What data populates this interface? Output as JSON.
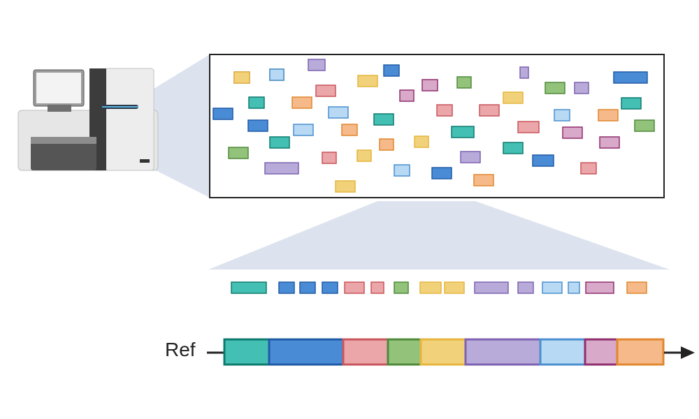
{
  "ref": {
    "label": "Ref"
  },
  "colors": {
    "teal": {
      "fill": "#43c0b3",
      "stroke": "#0d7a6e"
    },
    "blue": {
      "fill": "#4a8bd6",
      "stroke": "#1f5aa6"
    },
    "red": {
      "fill": "#eaa6a8",
      "stroke": "#c9555c"
    },
    "green": {
      "fill": "#93c27a",
      "stroke": "#4f8a3b"
    },
    "yellow": {
      "fill": "#f1d27a",
      "stroke": "#e6b53e"
    },
    "purple": {
      "fill": "#b8abd9",
      "stroke": "#7d62b1"
    },
    "lightblue": {
      "fill": "#b7d9f3",
      "stroke": "#4b8fcf"
    },
    "pink": {
      "fill": "#d9a9c9",
      "stroke": "#8f2f6d"
    },
    "orange": {
      "fill": "#f5b98a",
      "stroke": "#e1872f"
    }
  },
  "scattered_reads": [
    "pink",
    "green",
    "purple",
    "red",
    "yellow",
    "blue",
    "pink",
    "pink",
    "green",
    "purple",
    "yellow",
    "green",
    "purple",
    "blue",
    "teal",
    "orange",
    "lightblue",
    "blue",
    "teal",
    "red",
    "red",
    "lightblue",
    "orange",
    "teal",
    "blue",
    "lightblue",
    "orange",
    "teal",
    "teal",
    "red",
    "pink",
    "green",
    "pink",
    "green",
    "purple",
    "red",
    "yellow",
    "orange",
    "yellow",
    "purple",
    "teal",
    "blue",
    "lightblue",
    "blue",
    "orange",
    "yellow",
    "red",
    "yellow",
    "lightblue"
  ],
  "aligned_reads": [
    "teal",
    "blue",
    "blue",
    "blue",
    "red",
    "red",
    "green",
    "yellow",
    "yellow",
    "purple",
    "purple",
    "lightblue",
    "lightblue",
    "pink",
    "orange"
  ],
  "reference_segments": [
    "teal",
    "blue",
    "red",
    "green",
    "yellow",
    "purple",
    "lightblue",
    "pink",
    "orange"
  ]
}
